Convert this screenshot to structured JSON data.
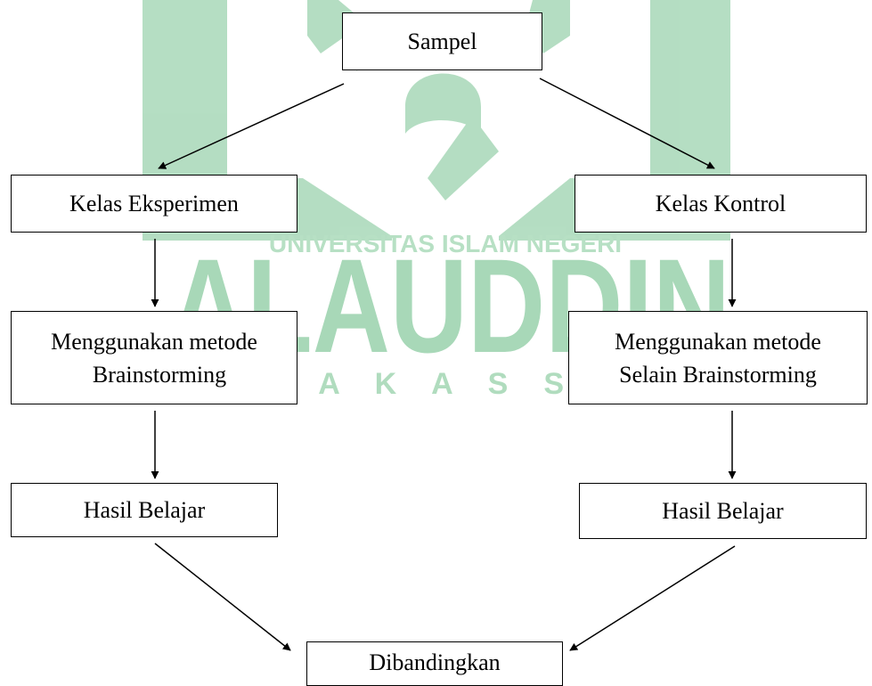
{
  "watermark": {
    "line1": "UNIVERSITAS ISLAM NEGERI",
    "line2": "ALAUDDIN",
    "line3": "M A K A S S A R",
    "color": "#a8d8b8"
  },
  "diagram": {
    "line_color": "#000000",
    "nodes": {
      "sampel": {
        "label": "Sampel"
      },
      "kelas_eksperimen": {
        "label": "Kelas Eksperimen"
      },
      "kelas_kontrol": {
        "label": "Kelas Kontrol"
      },
      "metode_eksperimen": {
        "line1": "Menggunakan metode",
        "line2": "Brainstorming"
      },
      "metode_kontrol": {
        "line1": "Menggunakan metode",
        "line2": "Selain Brainstorming"
      },
      "hasil_eksperimen": {
        "label": "Hasil Belajar"
      },
      "hasil_kontrol": {
        "label": "Hasil Belajar"
      },
      "dibandingkan": {
        "label": "Dibandingkan"
      }
    }
  }
}
